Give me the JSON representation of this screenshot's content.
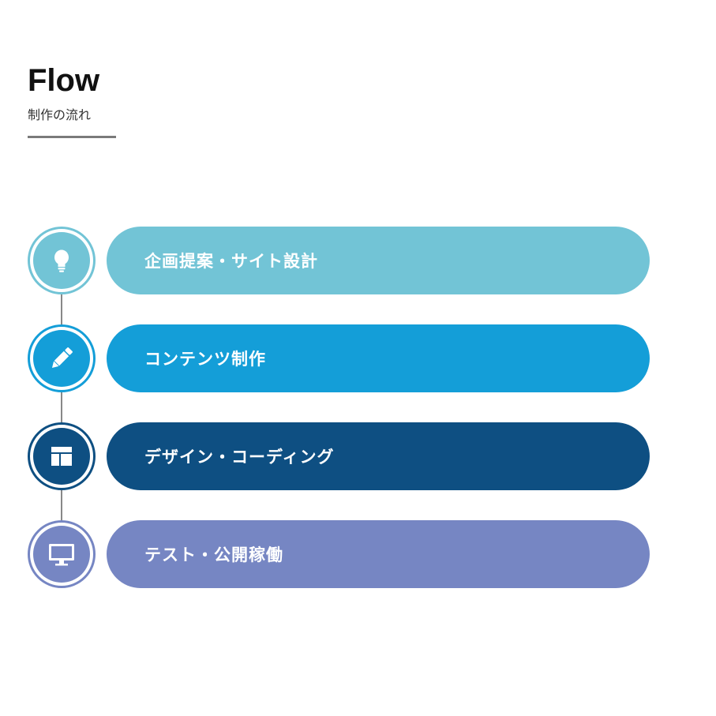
{
  "header": {
    "title": "Flow",
    "subtitle": "制作の流れ"
  },
  "steps": [
    {
      "label": "企画提案・サイト設計",
      "icon": "lightbulb-icon",
      "color": "#72c4d6"
    },
    {
      "label": "コンテンツ制作",
      "icon": "pencil-icon",
      "color": "#149ed8"
    },
    {
      "label": "デザイン・コーディング",
      "icon": "layout-icon",
      "color": "#0e4f82"
    },
    {
      "label": "テスト・公開稼働",
      "icon": "monitor-icon",
      "color": "#7686c3"
    }
  ]
}
